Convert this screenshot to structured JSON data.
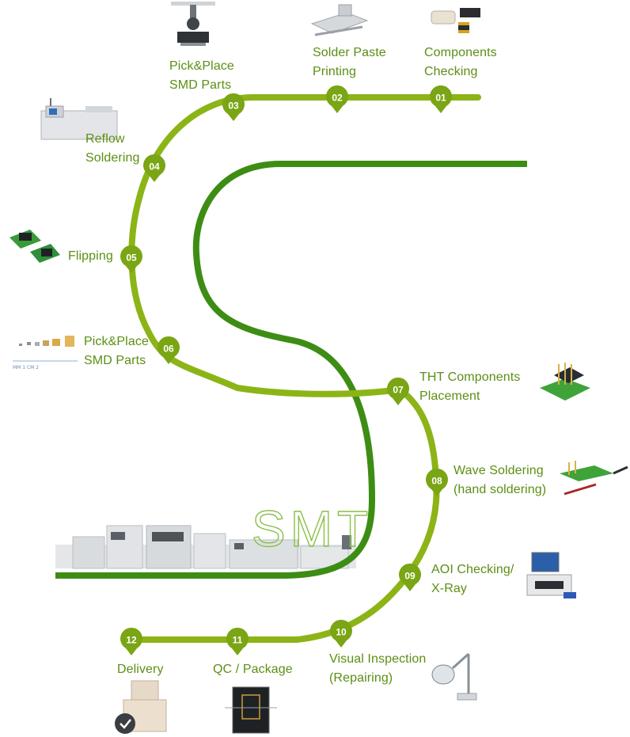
{
  "colors": {
    "outer_track": "#8cb417",
    "inner_track": "#3d8d14",
    "label_text": "#5b8f14",
    "marker_fill": "#7aa514"
  },
  "watermark_text": "SMT",
  "steps": [
    {
      "num": "01",
      "lines": [
        "Components",
        "Checking"
      ],
      "icon": "components-chip-icon"
    },
    {
      "num": "02",
      "lines": [
        "Solder Paste",
        "Printing"
      ],
      "icon": "stencil-printer-icon"
    },
    {
      "num": "03",
      "lines": [
        "Pick&Place",
        "SMD Parts"
      ],
      "icon": "pick-place-head-icon"
    },
    {
      "num": "04",
      "lines": [
        "Reflow",
        "Soldering"
      ],
      "icon": "reflow-oven-icon"
    },
    {
      "num": "05",
      "lines": [
        "Flipping"
      ],
      "icon": "flipped-boards-icon"
    },
    {
      "num": "06",
      "lines": [
        "Pick&Place",
        "SMD Parts"
      ],
      "icon": "smd-parts-ruler-icon"
    },
    {
      "num": "07",
      "lines": [
        "THT Components",
        "Placement"
      ],
      "icon": "pin-header-icon"
    },
    {
      "num": "08",
      "lines": [
        "Wave Soldering",
        "(hand soldering)"
      ],
      "icon": "soldering-iron-icon"
    },
    {
      "num": "09",
      "lines": [
        "AOI Checking/",
        "X-Ray"
      ],
      "icon": "aoi-machine-icon"
    },
    {
      "num": "10",
      "lines": [
        "Visual Inspection",
        "(Repairing)"
      ],
      "icon": "magnifier-lamp-icon"
    },
    {
      "num": "11",
      "lines": [
        "QC / Package"
      ],
      "icon": "qc-board-icon"
    },
    {
      "num": "12",
      "lines": [
        "Delivery"
      ],
      "icon": "delivery-boxes-icon"
    }
  ]
}
